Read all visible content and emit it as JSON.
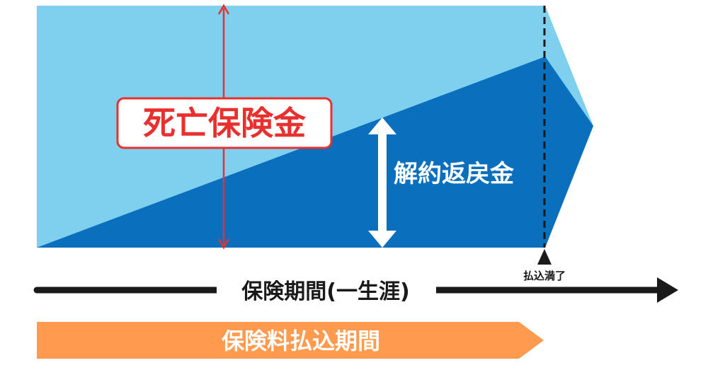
{
  "labels": {
    "death_benefit": "死亡保険金",
    "surrender_value": "解約返戻金",
    "payment_complete": "払込満了",
    "coverage_period": "保険期間(一生涯)",
    "premium_payment_period": "保険料払込期間"
  },
  "colors": {
    "light_blue": "#7fd0ee",
    "dark_blue": "#0a6fbc",
    "red": "#e8312f",
    "orange": "#ff9a4f",
    "black": "#1a1a1a",
    "white": "#ffffff"
  }
}
